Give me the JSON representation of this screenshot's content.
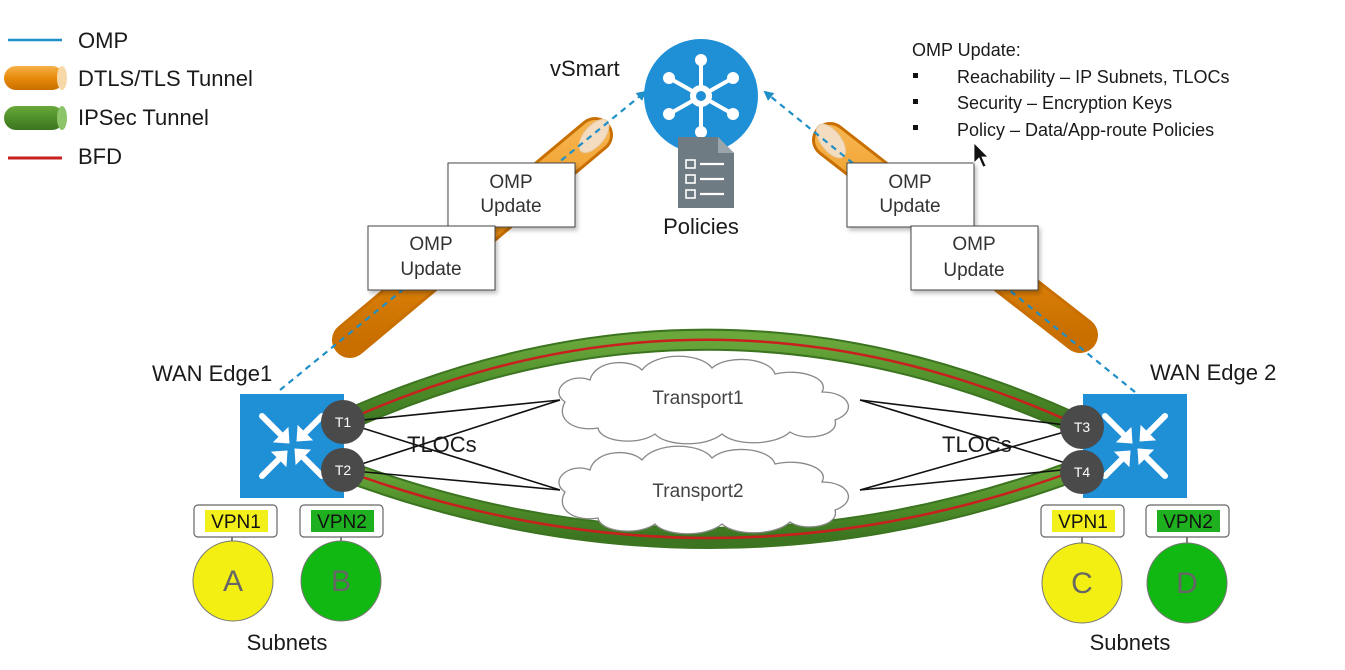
{
  "colors": {
    "omp": "#1f8fc7",
    "dtls": "#e8900e",
    "ipsec": "#4f8f2a",
    "bfd": "#c8201e",
    "router": "#1f8fd6",
    "tloc": "#4a4a4a",
    "vpn1": "#f3ef1a",
    "vpn2": "#1fb01f",
    "subnet_yellow": "#f4ef12",
    "subnet_green": "#11b811"
  },
  "legend": [
    {
      "label": "OMP"
    },
    {
      "label": "DTLS/TLS Tunnel"
    },
    {
      "label": "IPSec Tunnel"
    },
    {
      "label": "BFD"
    }
  ],
  "vsmart": {
    "label": "vSmart",
    "icon": "hub-icon"
  },
  "policies": {
    "label": "Policies",
    "icon": "document-checklist-icon"
  },
  "omp_update_boxes": [
    {
      "line1": "OMP",
      "line2": "Update"
    },
    {
      "line1": "OMP",
      "line2": "Update"
    },
    {
      "line1": "OMP",
      "line2": "Update"
    },
    {
      "line1": "OMP",
      "line2": "Update"
    }
  ],
  "info": {
    "title": "OMP Update:",
    "bullets": [
      "Reachability – IP Subnets,  TLOCs",
      "Security – Encryption Keys",
      "Policy – Data/App-route Policies"
    ]
  },
  "edge1": {
    "label": "WAN Edge1",
    "tlocs": [
      "T1",
      "T2"
    ],
    "tlocs_label": "TLOCs"
  },
  "edge2": {
    "label": "WAN Edge 2",
    "tlocs": [
      "T3",
      "T4"
    ],
    "tlocs_label": "TLOCs"
  },
  "transports": [
    "Transport1",
    "Transport2"
  ],
  "vpns_left": [
    "VPN1",
    "VPN2"
  ],
  "vpns_right": [
    "VPN1",
    "VPN2"
  ],
  "subnets_left": [
    "A",
    "B"
  ],
  "subnets_right": [
    "C",
    "D"
  ],
  "subnets_label_left": "Subnets",
  "subnets_label_right": "Subnets"
}
